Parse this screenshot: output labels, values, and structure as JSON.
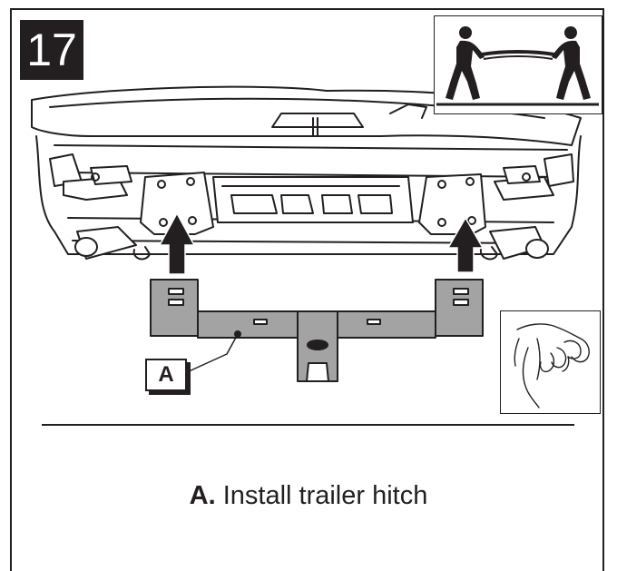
{
  "step": {
    "number": "17"
  },
  "callout": {
    "label": "A"
  },
  "caption": {
    "label": "A.",
    "text": " Install trailer hitch"
  },
  "icons": {
    "two_person": "two-person-lift-icon",
    "hand_tighten": "hand-tighten-icon"
  },
  "colors": {
    "ink": "#231f20",
    "hitch": "#a3a3a3"
  }
}
